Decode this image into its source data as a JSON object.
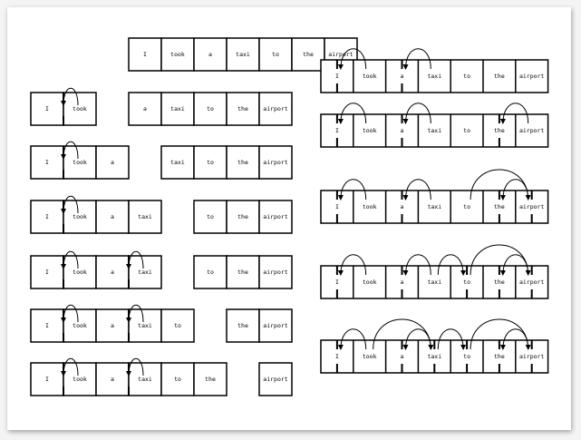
{
  "diagram": {
    "title": "",
    "words": [
      "I",
      "took",
      "a",
      "taxi",
      "to",
      "the",
      "airport"
    ],
    "left_rows": [
      {
        "stack": [],
        "buffer": [
          "I",
          "took",
          "a",
          "taxi",
          "to",
          "the",
          "airport"
        ],
        "arcs": []
      },
      {
        "stack": [
          "I",
          "took"
        ],
        "buffer": [
          "a",
          "taxi",
          "to",
          "the",
          "airport"
        ],
        "arcs": [
          {
            "head": "took",
            "dependent": "I"
          }
        ]
      },
      {
        "stack": [
          "I",
          "took",
          "a"
        ],
        "buffer": [
          "taxi",
          "to",
          "the",
          "airport"
        ],
        "arcs": [
          {
            "head": "took",
            "dependent": "I"
          }
        ]
      },
      {
        "stack": [
          "I",
          "took",
          "a",
          "taxi"
        ],
        "buffer": [
          "to",
          "the",
          "airport"
        ],
        "arcs": [
          {
            "head": "took",
            "dependent": "I"
          }
        ]
      },
      {
        "stack": [
          "I",
          "took",
          "a",
          "taxi"
        ],
        "buffer": [
          "to",
          "the",
          "airport"
        ],
        "arcs": [
          {
            "head": "took",
            "dependent": "I"
          },
          {
            "head": "taxi",
            "dependent": "a"
          }
        ]
      },
      {
        "stack": [
          "I",
          "took",
          "a",
          "taxi",
          "to"
        ],
        "buffer": [
          "the",
          "airport"
        ],
        "arcs": [
          {
            "head": "took",
            "dependent": "I"
          },
          {
            "head": "taxi",
            "dependent": "a"
          }
        ]
      },
      {
        "stack": [
          "I",
          "took",
          "a",
          "taxi",
          "to",
          "the"
        ],
        "buffer": [
          "airport"
        ],
        "arcs": [
          {
            "head": "took",
            "dependent": "I"
          },
          {
            "head": "taxi",
            "dependent": "a"
          }
        ]
      }
    ],
    "right_rows": [
      {
        "words": [
          "I",
          "took",
          "a",
          "taxi",
          "to",
          "the",
          "airport"
        ],
        "arcs": [
          {
            "head": "took",
            "dependent": "I"
          },
          {
            "head": "taxi",
            "dependent": "a"
          }
        ]
      },
      {
        "words": [
          "I",
          "took",
          "a",
          "taxi",
          "to",
          "the",
          "airport"
        ],
        "arcs": [
          {
            "head": "took",
            "dependent": "I"
          },
          {
            "head": "taxi",
            "dependent": "a"
          },
          {
            "head": "airport",
            "dependent": "the"
          }
        ]
      },
      {
        "words": [
          "I",
          "took",
          "a",
          "taxi",
          "to",
          "the",
          "airport"
        ],
        "arcs": [
          {
            "head": "took",
            "dependent": "I"
          },
          {
            "head": "taxi",
            "dependent": "a"
          },
          {
            "head": "airport",
            "dependent": "the"
          },
          {
            "head": "to",
            "dependent": "airport"
          }
        ]
      },
      {
        "words": [
          "I",
          "took",
          "a",
          "taxi",
          "to",
          "the",
          "airport"
        ],
        "arcs": [
          {
            "head": "took",
            "dependent": "I"
          },
          {
            "head": "taxi",
            "dependent": "a"
          },
          {
            "head": "airport",
            "dependent": "the"
          },
          {
            "head": "to",
            "dependent": "airport"
          },
          {
            "head": "taxi",
            "dependent": "to"
          }
        ]
      },
      {
        "words": [
          "I",
          "took",
          "a",
          "taxi",
          "to",
          "the",
          "airport"
        ],
        "arcs": [
          {
            "head": "took",
            "dependent": "I"
          },
          {
            "head": "taxi",
            "dependent": "a"
          },
          {
            "head": "airport",
            "dependent": "the"
          },
          {
            "head": "to",
            "dependent": "airport"
          },
          {
            "head": "taxi",
            "dependent": "to"
          },
          {
            "head": "took",
            "dependent": "taxi"
          }
        ]
      }
    ]
  }
}
